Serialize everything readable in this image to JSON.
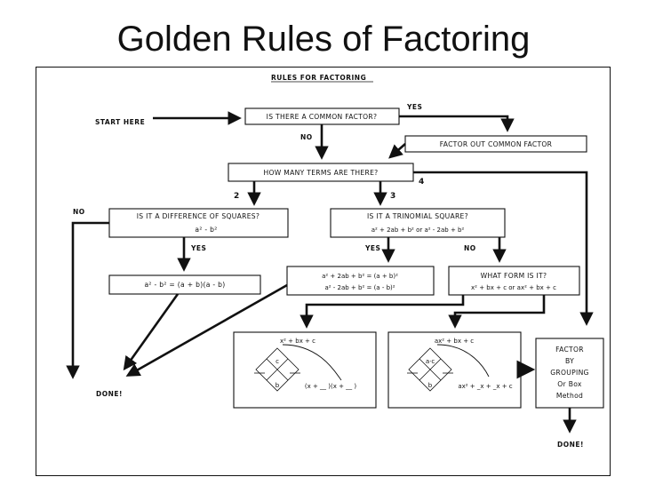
{
  "slide_title": "Golden Rules of Factoring",
  "diagram_title": "RULES FOR FACTORING",
  "start_label": "START HERE",
  "nodes": {
    "common_factor_q": "IS THERE A COMMON FACTOR?",
    "factor_out": "FACTOR OUT COMMON FACTOR",
    "how_many_terms": "HOW MANY TERMS ARE THERE?",
    "diff_squares_q": "IS IT A DIFFERENCE OF SQUARES?",
    "diff_squares_form": "a² - b²",
    "trinomial_square_q": "IS IT A TRINOMIAL SQUARE?",
    "trinomial_square_form": "a² + 2ab + b² or a² - 2ab + b²",
    "diff_squares_result": "a² - b² = (a + b)(a - b)",
    "trinomial_result_1": "a² + 2ab + b² = (a + b)²",
    "trinomial_result_2": "a² - 2ab + b² = (a - b)²",
    "what_form_q": "WHAT FORM IS IT?",
    "what_form_forms": "x² + bx + c   or   ax² + bx + c",
    "method1_expr": "x² + bx + c",
    "method1_c": "c",
    "method1_b": "b",
    "method1_result": "(x + __ )(x + __ )",
    "method2_expr": "ax² + bx + c",
    "method2_ac": "a·c",
    "method2_b": "b",
    "method2_result": "ax² + _x + _x + c",
    "grouping_lines": [
      "FACTOR",
      "BY",
      "GROUPING",
      "Or Box",
      "Method"
    ]
  },
  "edge_labels": {
    "yes": "YES",
    "no": "NO",
    "two": "2",
    "three": "3",
    "four": "4"
  },
  "done_label": "DONE!"
}
